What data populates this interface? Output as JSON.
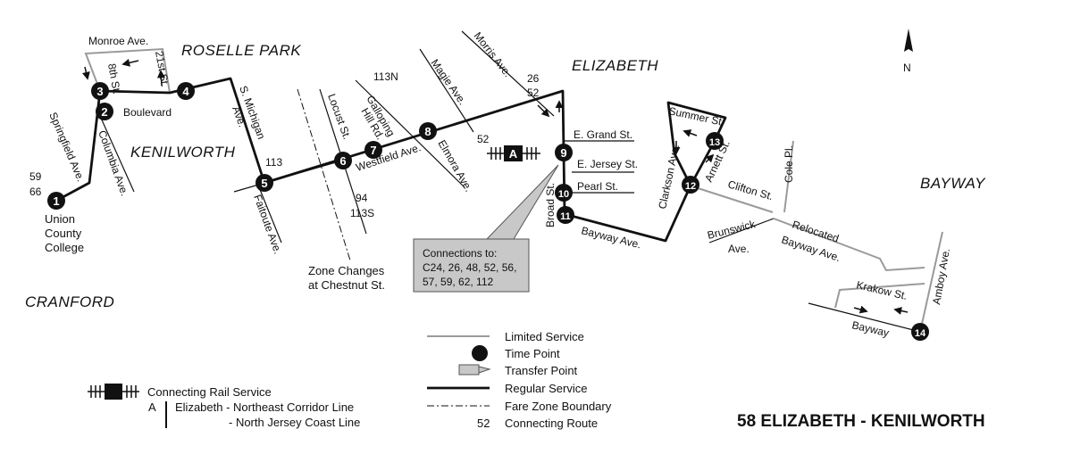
{
  "map": {
    "title": "58 ELIZABETH - KENILWORTH",
    "north_label": "N",
    "colors": {
      "regular": "#111111",
      "limited": "#9a9a9a",
      "transfer_fill": "#c8c8c8",
      "timepoint": "#111111"
    },
    "towns": {
      "roselle_park": "ROSELLE PARK",
      "kenilworth": "KENILWORTH",
      "cranford": "CRANFORD",
      "elizabeth": "ELIZABETH",
      "bayway": "BAYWAY"
    },
    "streets": {
      "monroe": "Monroe Ave.",
      "st8": "8th St.",
      "st21": "21st St.",
      "springfield": "Springfield Ave.",
      "columbia": "Columbia Ave.",
      "boulevard": "Boulevard",
      "smichigan1": "S. Michigan",
      "smichigan2": "Ave.",
      "faitoute": "Faitoute Ave.",
      "locust": "Locust St.",
      "galloping1": "Galloping",
      "galloping2": "Hill Rd.",
      "westfield": "Westfield Ave.",
      "magie": "Magie Ave.",
      "morris": "Morris Ave.",
      "elmora": "Elmora Ave.",
      "egrand": "E. Grand St.",
      "ejersey": "E. Jersey St.",
      "pearl": "Pearl St.",
      "broad": "Broad St.",
      "bayway_ave": "Bayway Ave.",
      "summer": "Summer St.",
      "clarkson": "Clarkson Ave.",
      "arnett": "Arnett St.",
      "clifton": "Clifton St.",
      "cole": "Cole Pl.",
      "brunswick1": "Brunswick",
      "brunswick2": "Ave.",
      "relocated1": "Relocated",
      "relocated2": "Bayway Ave.",
      "krakow": "Krakow St.",
      "amboy": "Amboy Ave.",
      "bayway_st": "Bayway"
    },
    "routes": {
      "r5966a": "59",
      "r5966b": "66",
      "r113a": "113",
      "r113n": "113N",
      "r52a": "52",
      "r2652a": "26",
      "r2652b": "52",
      "r94": "94",
      "r113s": "113S"
    },
    "place_labels": {
      "ucc1": "Union",
      "ucc2": "County",
      "ucc3": "College",
      "zone1": "Zone Changes",
      "zone2": "at Chestnut St."
    },
    "rail_station_label": "A",
    "connections": {
      "line1": "Connections to:",
      "line2": "C24, 26, 48, 52, 56,",
      "line3": "57, 59, 62, 112"
    },
    "timepoints": [
      "1",
      "2",
      "3",
      "4",
      "5",
      "6",
      "7",
      "8",
      "9",
      "10",
      "11",
      "12",
      "13",
      "14"
    ],
    "legend": {
      "limited": "Limited Service",
      "timepoint": "Time Point",
      "transfer": "Transfer Point",
      "regular": "Regular Service",
      "fare_zone": "Fare Zone Boundary",
      "connecting_route_num": "52",
      "connecting_route": "Connecting Route",
      "rail_title": "Connecting Rail Service",
      "rail_letter": "A",
      "rail_line1": "Elizabeth - Northeast Corridor Line",
      "rail_line2": "- North Jersey Coast Line"
    }
  }
}
